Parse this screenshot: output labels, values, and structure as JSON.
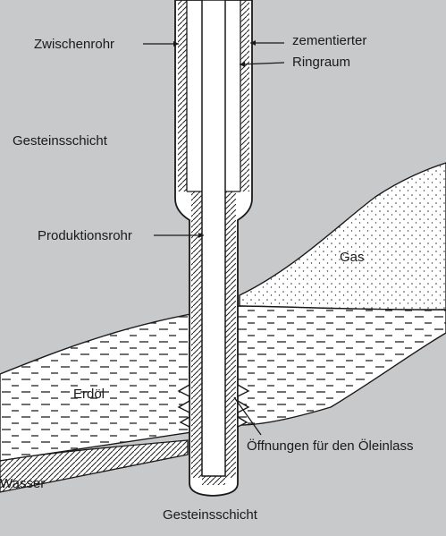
{
  "labels": {
    "intermediate_pipe": "Zwischenrohr",
    "cemented_annulus_line1": "zementierter",
    "cemented_annulus_line2": "Ringraum",
    "rock_layer_top": "Gesteinsschicht",
    "production_pipe": "Produktionsrohr",
    "gas": "Gas",
    "oil": "Erdöl",
    "oil_inlet_openings": "Öffnungen für den Öleinlass",
    "water": "Wasser",
    "rock_layer_bottom": "Gesteinsschicht"
  },
  "colors": {
    "rock_background": "#c8c9cb",
    "fluid_layer": "#ffffff",
    "pipe_wall": "#ffffff",
    "line": "#1a1a1a"
  }
}
